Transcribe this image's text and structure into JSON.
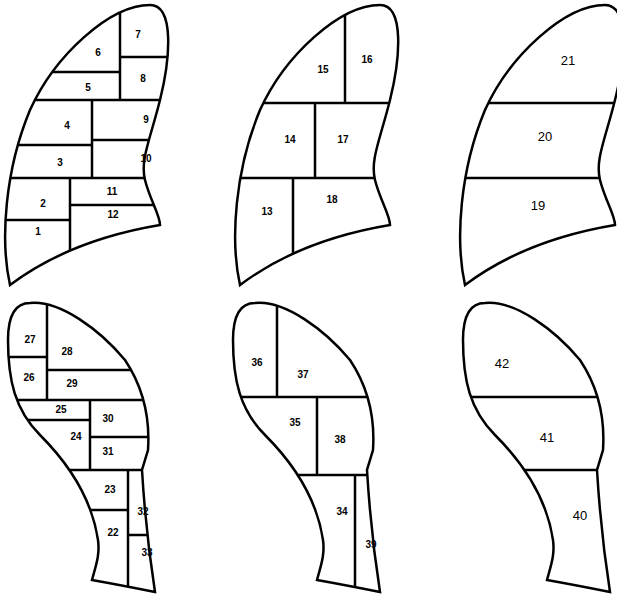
{
  "diagram": {
    "labels": [
      "1",
      "2",
      "3",
      "4",
      "5",
      "6",
      "7",
      "8",
      "9",
      "10",
      "11",
      "12",
      "13",
      "14",
      "15",
      "16",
      "17",
      "18",
      "19",
      "20",
      "21",
      "22",
      "23",
      "24",
      "25",
      "26",
      "27",
      "28",
      "29",
      "30",
      "31",
      "32",
      "33",
      "34",
      "35",
      "36",
      "37",
      "38",
      "39",
      "40",
      "41",
      "42"
    ]
  }
}
